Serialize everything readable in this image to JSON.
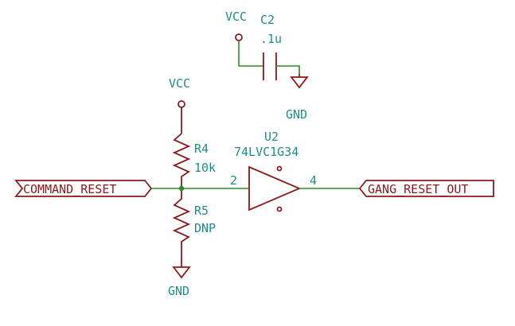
{
  "labels": {
    "vcc_top": "VCC",
    "vcc_left": "VCC",
    "c2_ref": "C2",
    "c2_value": ".1u",
    "gnd_top": "GND",
    "gnd_bottom": "GND",
    "r4_ref": "R4",
    "r4_value": "10k",
    "r5_ref": "R5",
    "r5_value": "DNP",
    "u2_ref": "U2",
    "u2_value": "74LVC1G34",
    "pin_in": "2",
    "pin_out": "4",
    "net_command_reset": "COMMAND_RESET",
    "net_gang_reset_out": "GANG_RESET_OUT"
  },
  "colors": {
    "wire": "#2e8b2e",
    "component": "#8b1a1a",
    "text": "#1f8c8c"
  }
}
